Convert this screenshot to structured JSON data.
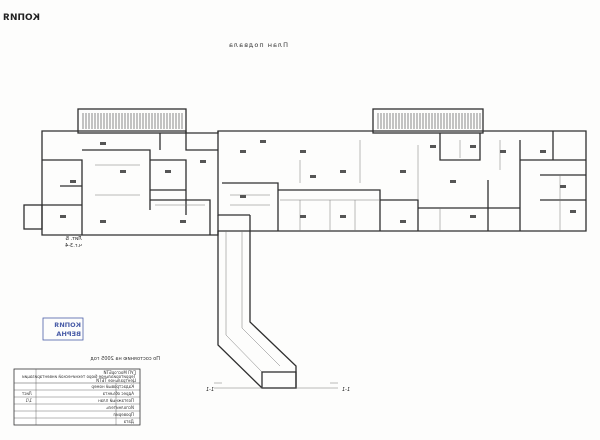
{
  "title_top_left": "КОПИЯ",
  "plan_title": "План подвала",
  "stamp_copy": "КОПИЯ",
  "stamp_copy_sub": "ВЕРНА",
  "date_note": "По состоянию на 2005 год",
  "label_entrance": "Лит. Б",
  "label_entrance_ref": "ч.г.3-4",
  "axis_left": "1-1",
  "axis_right": "1-1",
  "title_block": {
    "org_line1": "ГУП МосгорБТИ",
    "org_line2": "Территориальное бюро технической инвентаризации",
    "org_line3": "Центральное ТБТИ",
    "lines": [
      "Кадастровый номер",
      "Адрес объекта",
      "Поэтажный план",
      "Исполнитель",
      "Проверил",
      "Дата"
    ],
    "sheet_label": "Лист",
    "sheet_value": "1/1"
  },
  "colors": {
    "background": "#fdfdfc",
    "line": "#2f2f2f",
    "hatch": "#555555"
  }
}
